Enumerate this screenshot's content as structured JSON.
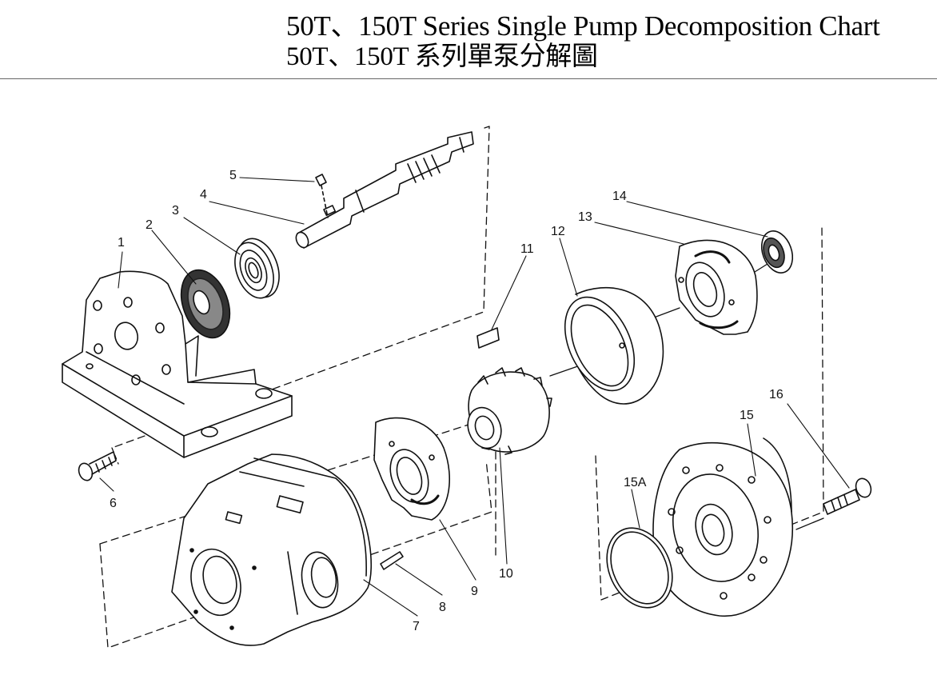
{
  "title": {
    "english": "50T、150T Series Single  Pump Decomposition Chart",
    "chinese": "50T、150T 系列單泵分解圖"
  },
  "callouts": [
    {
      "id": "1",
      "label": "1"
    },
    {
      "id": "2",
      "label": "2"
    },
    {
      "id": "3",
      "label": "3"
    },
    {
      "id": "4",
      "label": "4"
    },
    {
      "id": "5",
      "label": "5"
    },
    {
      "id": "6",
      "label": "6"
    },
    {
      "id": "7",
      "label": "7"
    },
    {
      "id": "8",
      "label": "8"
    },
    {
      "id": "9",
      "label": "9"
    },
    {
      "id": "10",
      "label": "10"
    },
    {
      "id": "11",
      "label": "11"
    },
    {
      "id": "12",
      "label": "12"
    },
    {
      "id": "13",
      "label": "13"
    },
    {
      "id": "14",
      "label": "14"
    },
    {
      "id": "15",
      "label": "15"
    },
    {
      "id": "15A",
      "label": "15A"
    },
    {
      "id": "16",
      "label": "16"
    }
  ]
}
